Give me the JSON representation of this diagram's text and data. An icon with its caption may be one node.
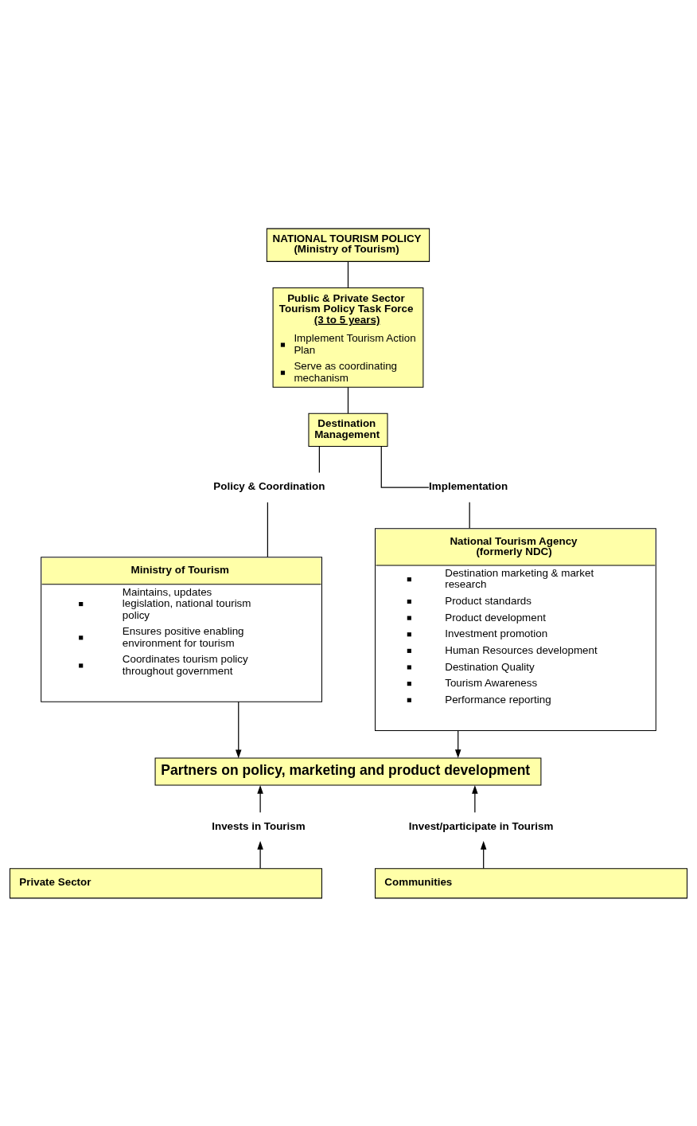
{
  "diagram": {
    "nodes": [
      {
        "text": [
          "NATIONAL TOURISM POLICY",
          "(Ministry of Tourism)"
        ]
      },
      {
        "text": [
          "Public & Private Sector Tourism Policy Task Force",
          "(3 to 5 years)",
          "Implement Tourism Action Plan",
          "Serve as coordinating mechanism"
        ]
      },
      {
        "text": [
          "Destination Management"
        ]
      },
      {
        "text": [
          "Policy & Coordination"
        ]
      },
      {
        "text": [
          "Implementation"
        ]
      },
      {
        "text": [
          "Ministry of Tourism",
          "Maintains, updates legislation, national tourism policy",
          "Ensures positive enabling environment for tourism",
          "Coordinates tourism policy throughout government"
        ]
      },
      {
        "text": [
          "National Tourism Agency (formerly NDC)",
          "Destination marketing & market research",
          "Product standards",
          "Product development",
          "Investment promotion",
          "Human Resources development",
          "Destination Quality",
          "Tourism Awareness",
          "Performance reporting"
        ]
      },
      {
        "text": [
          "Partners on policy, marketing and product development"
        ]
      },
      {
        "text": [
          "Invests in Tourism"
        ]
      },
      {
        "text": [
          "Invest/participate in Tourism"
        ]
      },
      {
        "text": [
          "Private Sector"
        ]
      },
      {
        "text": [
          "Communities"
        ]
      }
    ],
    "edges": [
      {
        "from": 0,
        "to": 1,
        "arrow": "none"
      },
      {
        "from": 1,
        "to": 2,
        "arrow": "none"
      },
      {
        "from": 2,
        "to": 3,
        "arrow": "none"
      },
      {
        "from": 2,
        "to": 4,
        "arrow": "none"
      },
      {
        "from": 3,
        "to": 5,
        "arrow": "none"
      },
      {
        "from": 4,
        "to": 6,
        "arrow": "none"
      },
      {
        "from": 5,
        "to": 7,
        "arrow": "to"
      },
      {
        "from": 6,
        "to": 7,
        "arrow": "to"
      },
      {
        "from": 8,
        "to": 7,
        "arrow": "to"
      },
      {
        "from": 9,
        "to": 7,
        "arrow": "to"
      },
      {
        "from": 10,
        "to": 8,
        "arrow": "to"
      },
      {
        "from": 11,
        "to": 9,
        "arrow": "to"
      }
    ]
  }
}
